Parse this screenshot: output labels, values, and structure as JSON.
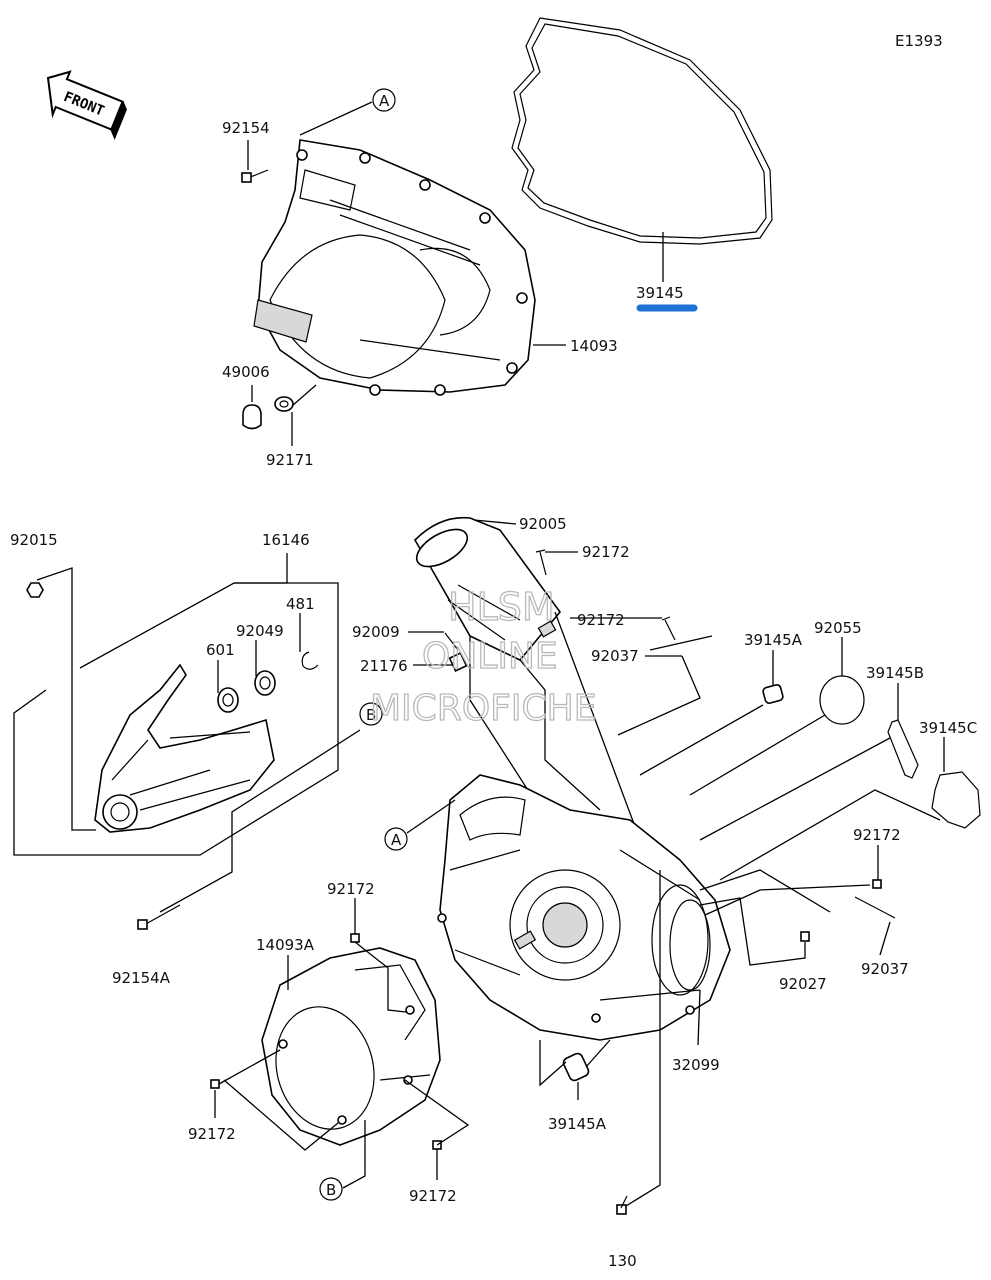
{
  "diagram_code": "E1393",
  "front_label": "FRONT",
  "highlight_color": "#1f73d6",
  "callouts": {
    "a_top": "A",
    "a_mid": "A",
    "b_mid": "B",
    "b_bot": "B"
  },
  "parts": {
    "p92154": "92154",
    "p39145": "39145",
    "p14093": "14093",
    "p49006": "49006",
    "p92171": "92171",
    "p92015": "92015",
    "p16146": "16146",
    "p481": "481",
    "p92049": "92049",
    "p601": "601",
    "p92154A": "92154A",
    "p92005": "92005",
    "p92172_a": "92172",
    "p92172_b": "92172",
    "p92009": "92009",
    "p21176": "21176",
    "p92037_a": "92037",
    "p39145A_a": "39145A",
    "p92055": "92055",
    "p39145B": "39145B",
    "p39145C": "39145C",
    "p92172_c": "92172",
    "p92037_b": "92037",
    "p92027": "92027",
    "p32099": "32099",
    "p39145A_b": "39145A",
    "p92172_d": "92172",
    "p14093A": "14093A",
    "p92172_e": "92172",
    "p92172_f": "92172",
    "p130": "130"
  },
  "watermark": {
    "line1": "HLSM",
    "line2": "ONLINE",
    "line3": "MICROFICHE"
  }
}
